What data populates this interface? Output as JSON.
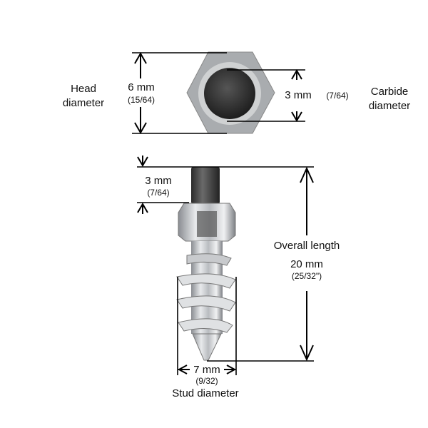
{
  "top_view": {
    "head_label": [
      "Head",
      "diameter"
    ],
    "head_mm": "6 mm",
    "head_in": "(15/64)",
    "carbide_mm": "3 mm",
    "carbide_in": "(7/64)",
    "carbide_label": [
      "Carbide",
      "diameter"
    ]
  },
  "side_view": {
    "pin_mm": "3 mm",
    "pin_in": "(7/64)",
    "length_label": "Overall length",
    "length_mm": "20 mm",
    "length_in": "(25/32\")",
    "stud_mm": "7 mm",
    "stud_in": "(9/32)",
    "stud_label": "Stud diameter"
  }
}
